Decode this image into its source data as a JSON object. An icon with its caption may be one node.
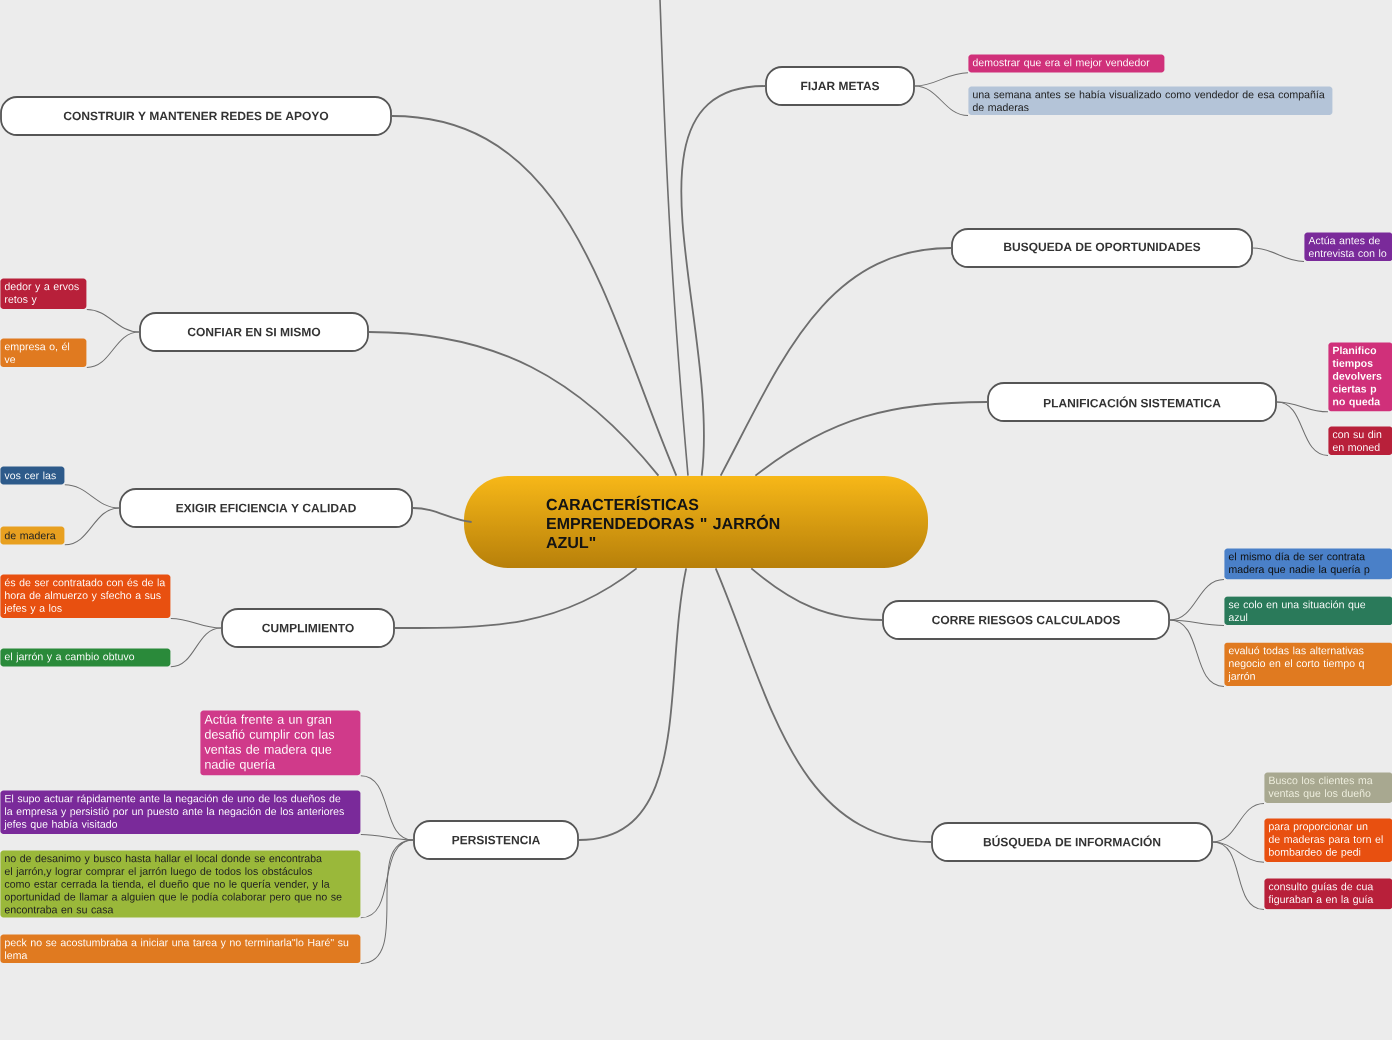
{
  "diagram": {
    "nodes": [
      {
        "text": [
          "CARACTERÍSTICAS EMPRENDEDORAS \" JARRÓN AZUL\""
        ]
      },
      {
        "text": [
          "CONSTRUIR Y MANTENER REDES DE APOYO"
        ]
      },
      {
        "text": [
          "CONFIAR EN SI MISMO"
        ]
      },
      {
        "text": [
          "dedor y a ervos retos y"
        ]
      },
      {
        "text": [
          "empresa o, él ve"
        ]
      },
      {
        "text": [
          "EXIGIR EFICIENCIA Y CALIDAD"
        ]
      },
      {
        "text": [
          "vos cer las"
        ]
      },
      {
        "text": [
          "de madera"
        ]
      },
      {
        "text": [
          "CUMPLIMIENTO"
        ]
      },
      {
        "text": [
          "és de ser contratado con és de la hora de almuerzo y sfecho a sus jefes y a los"
        ]
      },
      {
        "text": [
          "el jarrón y a cambio obtuvo"
        ]
      },
      {
        "text": [
          "PERSISTENCIA"
        ]
      },
      {
        "text": [
          "Actúa frente a un gran desafió cumplir con las ventas de madera que nadie quería"
        ]
      },
      {
        "text": [
          "El supo actuar rápidamente ante la negación de uno de los dueños de la empresa y persistió por un puesto  ante la negación de los anteriores jefes que había visitado"
        ]
      },
      {
        "text": [
          "no de desanimo y busco hasta hallar el local donde se encontraba el jarrón,y lograr comprar el jarrón luego de todos los obstáculos como estar cerrada la tienda, el dueño que no le quería vender, y la oportunidad de llamar a alguien que le podía colaborar pero que no se encontraba en su casa"
        ]
      },
      {
        "text": [
          "peck no se acostumbraba a iniciar una tarea y no terminarla\"lo Haré\" su lema"
        ]
      },
      {
        "text": [
          "FIJAR METAS"
        ]
      },
      {
        "text": [
          "demostrar que era el mejor vendedor"
        ]
      },
      {
        "text": [
          "una semana antes se había visualizado como vendedor de esa compañía de maderas"
        ]
      },
      {
        "text": [
          "BUSQUEDA DE OPORTUNIDADES"
        ]
      },
      {
        "text": [
          "Actúa antes de entrevista con lo"
        ]
      },
      {
        "text": [
          "PLANIFICACIÓN SISTEMATICA"
        ]
      },
      {
        "text": [
          "Planifico tiempos devolvers ciertas p no queda"
        ]
      },
      {
        "text": [
          "con su din en moned"
        ]
      },
      {
        "text": [
          "CORRE RIESGOS CALCULADOS"
        ]
      },
      {
        "text": [
          "el mismo día de ser contrata madera que nadie la quería p"
        ]
      },
      {
        "text": [
          "se colo en una situación que azul"
        ]
      },
      {
        "text": [
          "evaluó  todas las alternativas negocio en el corto tiempo q jarrón"
        ]
      },
      {
        "text": [
          "BÚSQUEDA DE INFORMACIÓN"
        ]
      },
      {
        "text": [
          "Busco los  clientes ma ventas que los dueño"
        ]
      },
      {
        "text": [
          "para proporcionar un de maderas para torn el bombardeo de pedi"
        ]
      },
      {
        "text": [
          "consulto guías de cua figuraban a en la guía"
        ]
      }
    ],
    "edges": [
      {
        "from": 0,
        "to": null,
        "arrow": "none"
      },
      {
        "from": 0,
        "to": 1,
        "arrow": "none"
      },
      {
        "from": 0,
        "to": 2,
        "arrow": "none"
      },
      {
        "from": 2,
        "to": 3,
        "arrow": "none"
      },
      {
        "from": 2,
        "to": 4,
        "arrow": "none"
      },
      {
        "from": 0,
        "to": 5,
        "arrow": "none"
      },
      {
        "from": 5,
        "to": 6,
        "arrow": "none"
      },
      {
        "from": 5,
        "to": 7,
        "arrow": "none"
      },
      {
        "from": 0,
        "to": 8,
        "arrow": "none"
      },
      {
        "from": 8,
        "to": 9,
        "arrow": "none"
      },
      {
        "from": 8,
        "to": 10,
        "arrow": "none"
      },
      {
        "from": 0,
        "to": 11,
        "arrow": "none"
      },
      {
        "from": 11,
        "to": 12,
        "arrow": "none"
      },
      {
        "from": 11,
        "to": 13,
        "arrow": "none"
      },
      {
        "from": 11,
        "to": 14,
        "arrow": "none"
      },
      {
        "from": 11,
        "to": 15,
        "arrow": "none"
      },
      {
        "from": 0,
        "to": 16,
        "arrow": "none"
      },
      {
        "from": 16,
        "to": 17,
        "arrow": "none"
      },
      {
        "from": 16,
        "to": 18,
        "arrow": "none"
      },
      {
        "from": 0,
        "to": 19,
        "arrow": "none"
      },
      {
        "from": 19,
        "to": 20,
        "arrow": "none"
      },
      {
        "from": 0,
        "to": 21,
        "arrow": "none"
      },
      {
        "from": 21,
        "to": 22,
        "arrow": "none"
      },
      {
        "from": 21,
        "to": 23,
        "arrow": "none"
      },
      {
        "from": 0,
        "to": 24,
        "arrow": "none"
      },
      {
        "from": 24,
        "to": 25,
        "arrow": "none"
      },
      {
        "from": 24,
        "to": 26,
        "arrow": "none"
      },
      {
        "from": 24,
        "to": 27,
        "arrow": "none"
      },
      {
        "from": 0,
        "to": 28,
        "arrow": "none"
      },
      {
        "from": 28,
        "to": 29,
        "arrow": "none"
      },
      {
        "from": 28,
        "to": 30,
        "arrow": "none"
      },
      {
        "from": 28,
        "to": 31,
        "arrow": "none"
      }
    ]
  }
}
